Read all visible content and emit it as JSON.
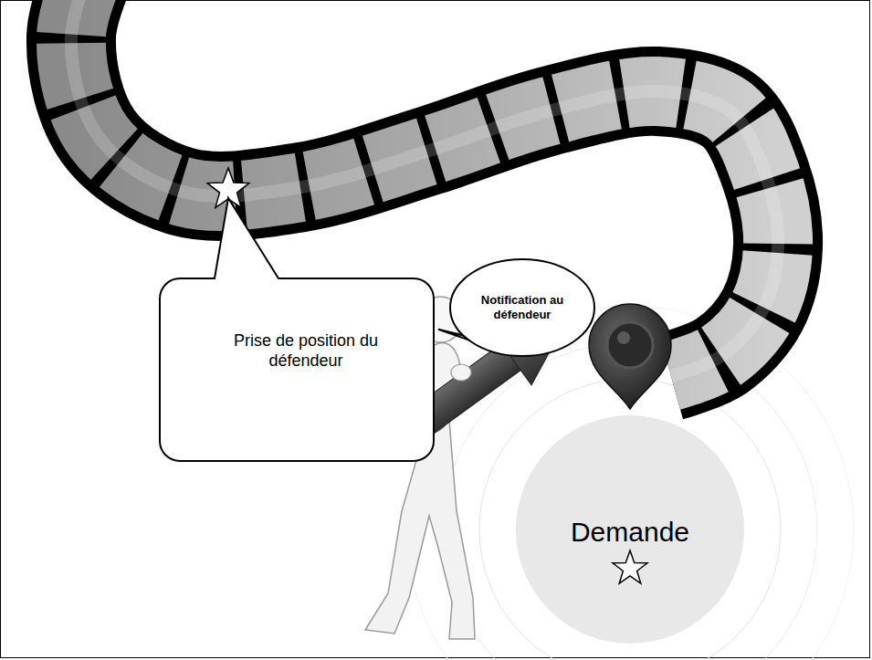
{
  "diagram": {
    "nodes": [
      {
        "text": [
          "Prise de position du défendeur"
        ]
      },
      {
        "text": [
          "Notification au défendeur"
        ]
      },
      {
        "text": [
          "Demande"
        ]
      }
    ]
  }
}
